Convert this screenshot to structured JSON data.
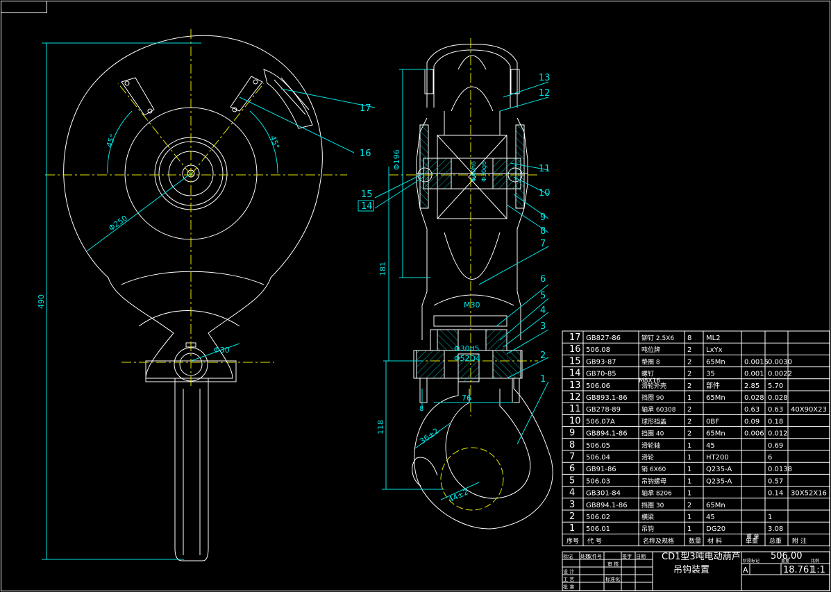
{
  "drawing": {
    "title_cn": "CD1型3吨电动葫芦",
    "subtitle_cn": "吊钩装置",
    "drawing_number": "506.00",
    "mass": "18.761",
    "scale": "1:1",
    "stage_mark": "A",
    "colors": {
      "background": "#000000",
      "outline": "#ffffff",
      "dimension": "#00e5e5",
      "centerline": "#e6e600",
      "hatch": "#00b4b4"
    }
  },
  "dimensions": {
    "overall_height": "490",
    "body_diameter": "Φ250",
    "angle_left": "45°",
    "angle_right": "45°",
    "pin_diameter": "Φ30",
    "frame_height": "Φ196",
    "upper_span": "181",
    "lower_span": "118",
    "shaft_d1": "Φ40h6",
    "shaft_d2": "Φ30g6",
    "thread": "M30",
    "bore_d1": "Φ30d5",
    "bore_d2": "Φ52D4",
    "width": "76",
    "gap": "8",
    "bolt": "M8X16",
    "throat": "36±2",
    "bend": "44±2"
  },
  "callouts": [
    "17",
    "16",
    "15",
    "14",
    "13",
    "12",
    "11",
    "10",
    "9",
    "8",
    "7",
    "6",
    "5",
    "4",
    "3",
    "2",
    "1"
  ],
  "bom": {
    "rows": [
      [
        "17",
        "GB827-86",
        "铆钉 2.5X6",
        "8",
        "ML2",
        "",
        "",
        ""
      ],
      [
        "16",
        "506.08",
        "吨位牌",
        "2",
        "LxYx",
        "",
        "",
        ""
      ],
      [
        "15",
        "GB93-87",
        "垫圈 8",
        "2",
        "65Mn",
        "0.0015",
        "0.0030",
        ""
      ],
      [
        "14",
        "GB70-85",
        "螺钉",
        "2",
        "35",
        "0.001",
        "0.0022",
        ""
      ],
      [
        "13",
        "506.06",
        "滑轮外壳",
        "2",
        "部件",
        "2.85",
        "5.70",
        ""
      ],
      [
        "12",
        "GB893.1-86",
        "挡圈 90",
        "1",
        "65Mn",
        "0.028",
        "0.028",
        ""
      ],
      [
        "11",
        "GB278-89",
        "轴承 60308",
        "2",
        "",
        "0.63",
        "0.63",
        "40X90X23"
      ],
      [
        "10",
        "506.07A",
        "球形挡盖",
        "2",
        "0BF",
        "0.09",
        "0.18",
        ""
      ],
      [
        "9",
        "GB894.1-86",
        "挡圈 40",
        "2",
        "65Mn",
        "0.006",
        "0.012",
        ""
      ],
      [
        "8",
        "506.05",
        "滑轮轴",
        "1",
        "45",
        "",
        "0.69",
        ""
      ],
      [
        "7",
        "506.04",
        "滑轮",
        "1",
        "HT200",
        "",
        "6",
        ""
      ],
      [
        "6",
        "GB91-86",
        "销 6X60",
        "1",
        "Q235-A",
        "",
        "0.0138",
        ""
      ],
      [
        "5",
        "506.03",
        "吊钩螺母",
        "1",
        "Q235-A",
        "",
        "0.57",
        ""
      ],
      [
        "4",
        "GB301-84",
        "轴承 8206",
        "1",
        "",
        "",
        "0.14",
        "30X52X16"
      ],
      [
        "3",
        "GB894.1-86",
        "挡圈 30",
        "2",
        "65Mn",
        "",
        "",
        ""
      ],
      [
        "2",
        "506.02",
        "横梁",
        "1",
        "45",
        "",
        "1",
        ""
      ],
      [
        "1",
        "506.01",
        "吊钩",
        "1",
        "DG20",
        "",
        "3.08",
        ""
      ]
    ],
    "header": [
      "序号",
      "代 号",
      "名称及规格",
      "数量",
      "材 料",
      "单重",
      "总重",
      "附 注"
    ],
    "header_sub": "重 量"
  },
  "title_block": {
    "labels": [
      "标记",
      "处数",
      "文件号",
      "签字",
      "日期",
      "设 计",
      "审 核",
      "标准化",
      "工 艺",
      "批 准",
      "阶段标记",
      "重量",
      "比例"
    ]
  }
}
